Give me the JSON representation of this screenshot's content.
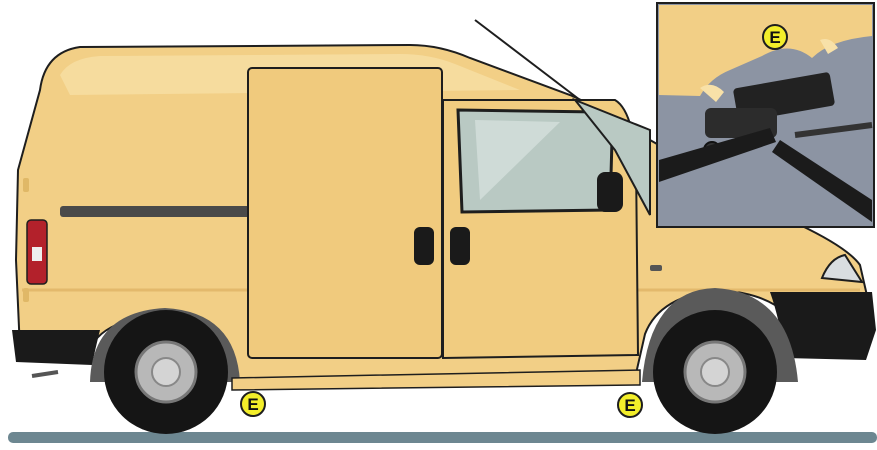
{
  "diagram": {
    "markers": [
      {
        "id": "rear-jack-point",
        "label": "E"
      },
      {
        "id": "front-jack-point",
        "label": "E"
      },
      {
        "id": "inset-jack-point",
        "label": "E"
      }
    ]
  },
  "colors": {
    "van_body": "#f2cf86",
    "van_highlight": "#f8e1a8",
    "van_outline": "#1e1e1e",
    "bumper": "#1a1a1a",
    "glass": "#b9c9c3",
    "tire": "#151515",
    "wheel_hub": "#b8b8b8",
    "ground": "#6d8791",
    "inset_background": "#8c94a3",
    "marker_fill": "#f3ee2a",
    "taillight": "#b3212b"
  },
  "icons": [
    "van-illustration",
    "jack-point-marker",
    "jack-detail-inset"
  ]
}
